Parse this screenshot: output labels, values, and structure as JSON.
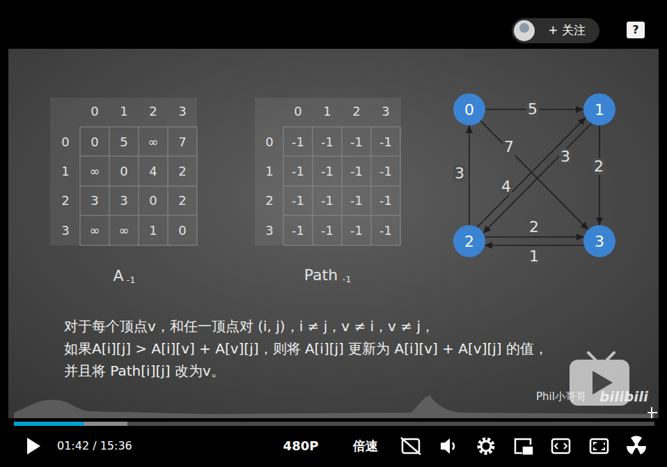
{
  "diagram": {
    "nodes": [
      {
        "text": [
          "0"
        ]
      },
      {
        "text": [
          "1"
        ]
      },
      {
        "text": [
          "2"
        ]
      },
      {
        "text": [
          "3"
        ]
      }
    ],
    "edges": [
      {
        "from": 0,
        "to": 1,
        "label": "5",
        "arrow": "to"
      },
      {
        "from": 0,
        "to": 3,
        "label": "7",
        "arrow": "to"
      },
      {
        "from": 1,
        "to": 3,
        "label": "2",
        "arrow": "to"
      },
      {
        "from": 1,
        "to": 2,
        "label": "4",
        "arrow": "to"
      },
      {
        "from": 2,
        "to": 1,
        "label": "3",
        "arrow": "to"
      },
      {
        "from": 2,
        "to": 0,
        "label": "3",
        "arrow": "to"
      },
      {
        "from": 2,
        "to": 3,
        "label": "2",
        "arrow": "to"
      },
      {
        "from": 3,
        "to": 2,
        "label": "1",
        "arrow": "to"
      }
    ],
    "labels": [
      "+ 关注",
      "?",
      "0",
      "1",
      "2",
      "3",
      "0",
      "1",
      "2",
      "3",
      "0",
      "5",
      "∞",
      "7",
      "∞",
      "0",
      "4",
      "2",
      "3",
      "3",
      "0",
      "2",
      "∞",
      "∞",
      "1",
      "0",
      "A",
      "-1",
      "0",
      "1",
      "2",
      "3",
      "0",
      "1",
      "2",
      "3",
      "-1",
      "-1",
      "-1",
      "-1",
      "-1",
      "-1",
      "-1",
      "-1",
      "-1",
      "-1",
      "-1",
      "-1",
      "-1",
      "-1",
      "-1",
      "-1",
      "Path",
      "-1",
      "对于每个顶点v，和任一顶点对 (i, j)，i ≠ j，v ≠ i，v ≠ j，",
      "如果A[i][j] > A[i][v] + A[v][j]，则将 A[i][j] 更新为 A[i][v] + A[v][j] 的值，",
      "并且将 Path[i][j] 改为v。",
      "Phil小哥哥",
      "bilibili",
      "01:42 / 15:36",
      "480P",
      "倍速"
    ]
  }
}
